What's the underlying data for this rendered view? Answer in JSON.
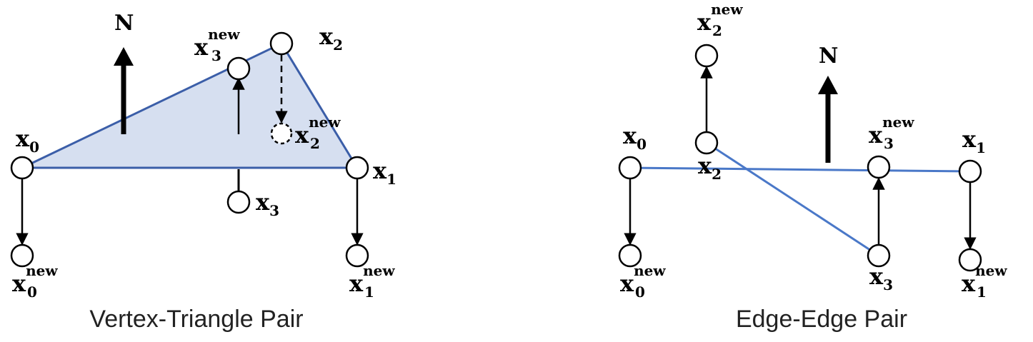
{
  "panels": {
    "vertex_triangle": {
      "caption": "Vertex-Triangle Pair",
      "normal_label": "N",
      "labels": {
        "x0": {
          "base": "x",
          "sub": "0"
        },
        "x1": {
          "base": "x",
          "sub": "1"
        },
        "x2": {
          "base": "x",
          "sub": "2"
        },
        "x3": {
          "base": "x",
          "sub": "3"
        },
        "x0_new": {
          "base": "x",
          "sub": "0",
          "sup": "new"
        },
        "x1_new": {
          "base": "x",
          "sub": "1",
          "sup": "new"
        },
        "x2_new": {
          "base": "x",
          "sub": "2",
          "sup": "new"
        },
        "x3_new": {
          "base": "x",
          "sub": "3",
          "sup": "new"
        }
      }
    },
    "edge_edge": {
      "caption": "Edge-Edge Pair",
      "normal_label": "N",
      "labels": {
        "x0": {
          "base": "x",
          "sub": "0"
        },
        "x1": {
          "base": "x",
          "sub": "1"
        },
        "x2": {
          "base": "x",
          "sub": "2"
        },
        "x3": {
          "base": "x",
          "sub": "3"
        },
        "x0_new": {
          "base": "x",
          "sub": "0",
          "sup": "new"
        },
        "x1_new": {
          "base": "x",
          "sub": "1",
          "sup": "new"
        },
        "x2_new": {
          "base": "x",
          "sub": "2",
          "sup": "new"
        },
        "x3_new": {
          "base": "x",
          "sub": "3",
          "sup": "new"
        }
      }
    }
  },
  "colors": {
    "edge_blue": "#3b5ea8",
    "edge_blue_light": "#4a78c8",
    "triangle_fill": "#d6dff0",
    "stroke": "#000000"
  }
}
